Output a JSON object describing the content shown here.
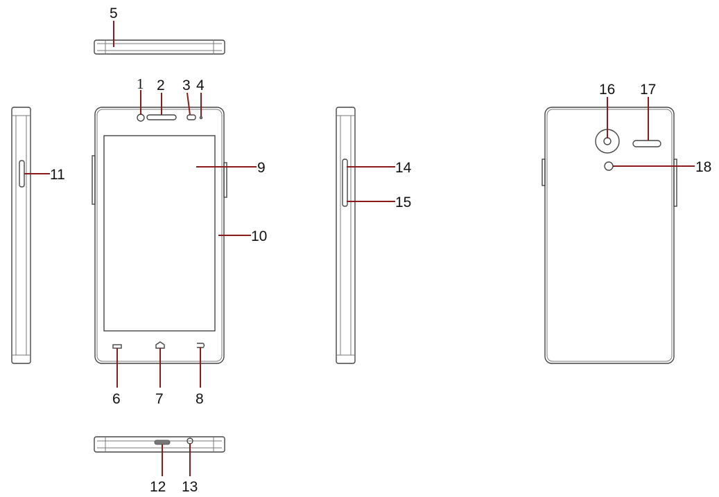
{
  "diagram": {
    "accent_color": "#8b1a1a",
    "labels": {
      "front_camera": "1",
      "earpiece": "2",
      "proximity_sensor": "3",
      "indicator": "4",
      "top_edge": "5",
      "menu_key": "6",
      "home_key": "7",
      "back_key": "8",
      "screen": "9",
      "screen_edge": "10",
      "left_side_key": "11",
      "usb_port": "12",
      "headset_jack": "13",
      "volume_up": "14",
      "volume_down": "15",
      "rear_camera": "16",
      "speaker": "17",
      "flash": "18"
    }
  }
}
